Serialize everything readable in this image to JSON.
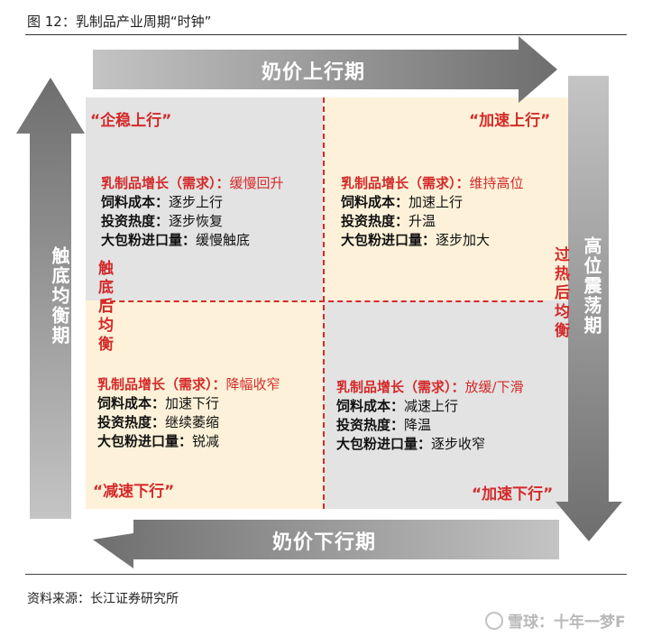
{
  "title": "图 12：乳制品产业周期“时钟”",
  "source": "资料来源：长江证券研究所",
  "watermark": "雪球：十年一梦F",
  "arrows": {
    "top": "奶价上行期",
    "bottom": "奶价下行期",
    "left": "触底均衡期",
    "right": "高位震荡期"
  },
  "side_labels": {
    "left_inner": "触底后均衡",
    "right_inner": "过热后均衡"
  },
  "quadrants": {
    "top_left": {
      "phase": "“企稳上行”",
      "rows": [
        {
          "key": "乳制品增长（需求）：",
          "value": "缓慢回升",
          "highlight": true
        },
        {
          "key": "饲料成本：",
          "value": "逐步上行",
          "highlight": false
        },
        {
          "key": "投资热度：",
          "value": "逐步恢复",
          "highlight": false
        },
        {
          "key": "大包粉进口量：",
          "value": "缓慢触底",
          "highlight": false
        }
      ]
    },
    "top_right": {
      "phase": "“加速上行”",
      "rows": [
        {
          "key": "乳制品增长（需求）：",
          "value": "维持高位",
          "highlight": true
        },
        {
          "key": "饲料成本：",
          "value": "加速上行",
          "highlight": false
        },
        {
          "key": "投资热度：",
          "value": "升温",
          "highlight": false
        },
        {
          "key": "大包粉进口量：",
          "value": "逐步加大",
          "highlight": false
        }
      ]
    },
    "bottom_left": {
      "phase": "“减速下行”",
      "rows": [
        {
          "key": "乳制品增长（需求）：",
          "value": "降幅收窄",
          "highlight": true
        },
        {
          "key": "饲料成本：",
          "value": "加速下行",
          "highlight": false
        },
        {
          "key": "投资热度：",
          "value": "继续萎缩",
          "highlight": false
        },
        {
          "key": "大包粉进口量：",
          "value": "锐减",
          "highlight": false
        }
      ]
    },
    "bottom_right": {
      "phase": "“加速下行”",
      "rows": [
        {
          "key": "乳制品增长（需求）：",
          "value": "放缓/下滑",
          "highlight": true
        },
        {
          "key": "饲料成本：",
          "value": "减速上行",
          "highlight": false
        },
        {
          "key": "投资热度：",
          "value": "降温",
          "highlight": false
        },
        {
          "key": "大包粉进口量：",
          "value": "逐步收窄",
          "highlight": false
        }
      ]
    }
  },
  "colors": {
    "accent_red": "#d42a2a",
    "quad_gray": "#e3e3e3",
    "quad_cream": "#fdf2d9"
  }
}
